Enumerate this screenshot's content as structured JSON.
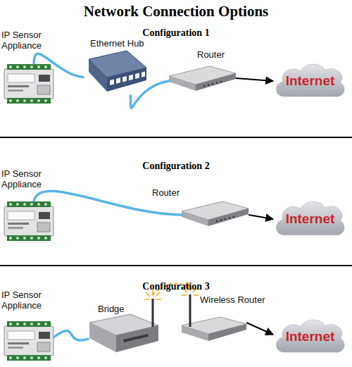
{
  "diagram": {
    "title": "Network Connection Options",
    "nodes": [
      {
        "text": [
          "IP Sensor Appliance"
        ]
      },
      {
        "text": [
          "Ethernet Hub"
        ]
      },
      {
        "text": [
          "Router"
        ]
      },
      {
        "text": [
          "Internet"
        ]
      },
      {
        "text": [
          "IP Sensor Appliance"
        ]
      },
      {
        "text": [
          "Router"
        ]
      },
      {
        "text": [
          "Internet"
        ]
      },
      {
        "text": [
          "IP Sensor Appliance"
        ]
      },
      {
        "text": [
          "Bridge"
        ]
      },
      {
        "text": [
          "Wireless Router"
        ]
      },
      {
        "text": [
          "Internet"
        ]
      }
    ],
    "edges": [
      {
        "from": 0,
        "to": 1,
        "arrow": "none"
      },
      {
        "from": 1,
        "to": 2,
        "arrow": "none"
      },
      {
        "from": 2,
        "to": 3,
        "arrow": "to"
      },
      {
        "from": 4,
        "to": 5,
        "arrow": "none"
      },
      {
        "from": 5,
        "to": 6,
        "arrow": "to"
      },
      {
        "from": 7,
        "to": 8,
        "arrow": "none"
      },
      {
        "from": 8,
        "to": 9,
        "arrow": "to"
      },
      {
        "from": 9,
        "to": 10,
        "arrow": "to"
      }
    ],
    "labels": [
      "Configuration 1",
      "Configuration 2",
      "Configuration 3"
    ]
  }
}
